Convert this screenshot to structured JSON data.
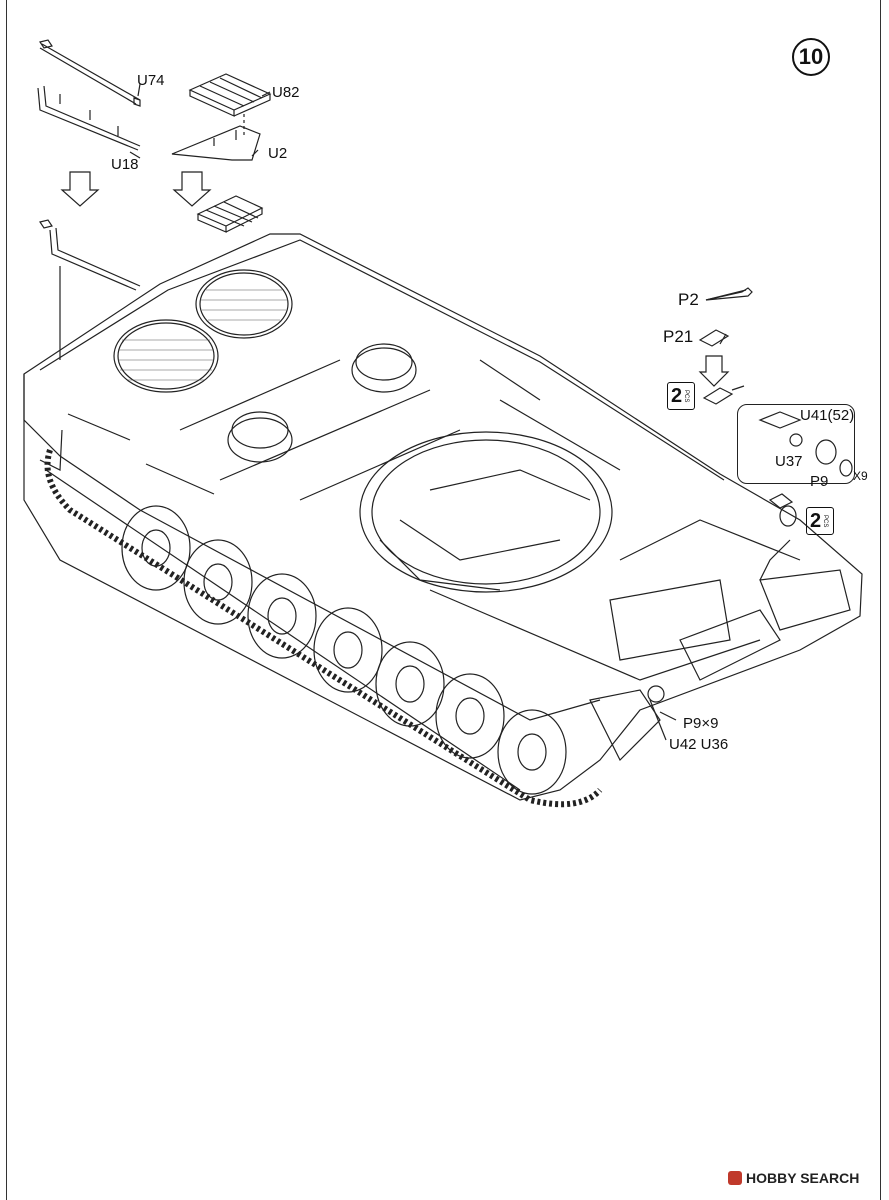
{
  "step_number": "10",
  "parts": {
    "u74": "U74",
    "u82": "U82",
    "u18": "U18",
    "u2": "U2",
    "p2": "P2",
    "p21": "P21",
    "u41": "U41(52)",
    "u37": "U37",
    "p9": "P9",
    "x9": "X9",
    "p9x9": "P9×9",
    "u42_u36": "U42 U36"
  },
  "quantity_badges": [
    {
      "number": "2",
      "unit": "PCS"
    },
    {
      "number": "2",
      "unit": "PCS"
    }
  ],
  "watermark": {
    "icon": "hobby-search-logo-icon",
    "text": "HOBBY SEARCH"
  },
  "colors": {
    "line": "#222222",
    "mesh": "#555555",
    "watermark_accent": "#c0392b"
  }
}
